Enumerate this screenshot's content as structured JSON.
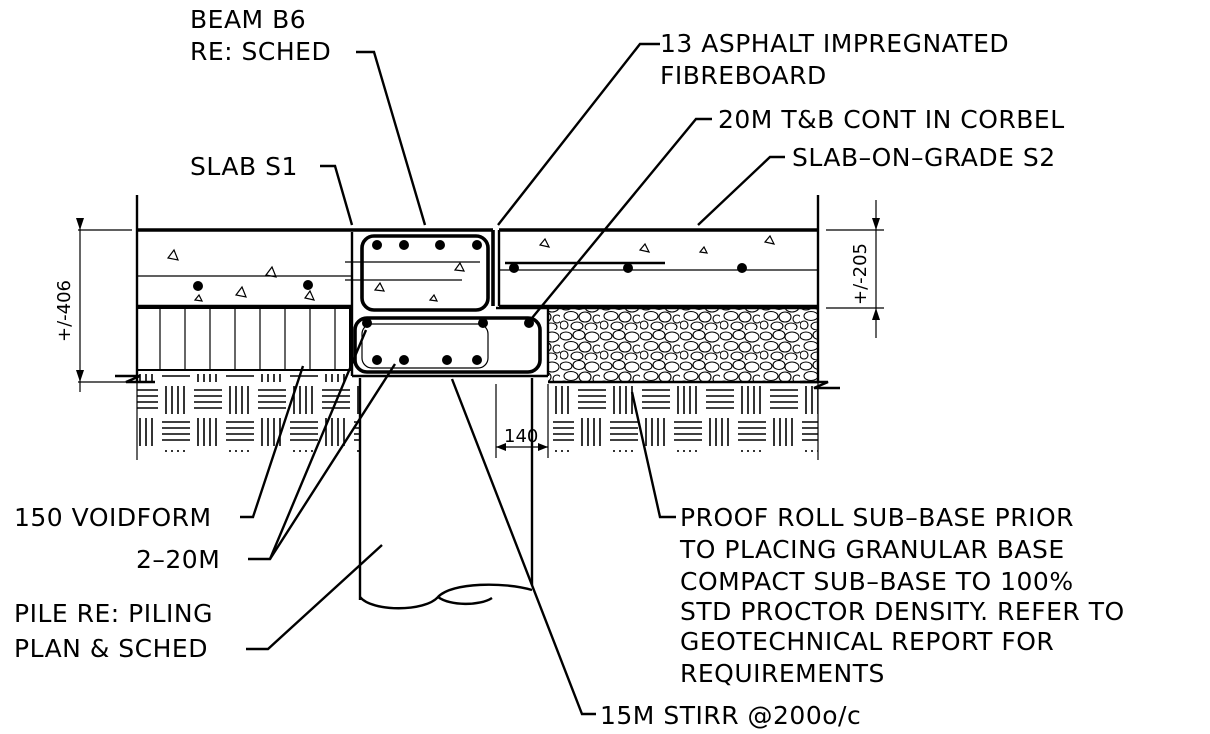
{
  "labels": {
    "beam": [
      "BEAM B6",
      "RE: SCHED"
    ],
    "fibreboard": [
      "13 ASPHALT IMPREGNATED",
      "FIBREBOARD"
    ],
    "corbel": "20M T&B CONT IN CORBEL",
    "slab_s1": "SLAB S1",
    "slab_on_grade": "SLAB–ON–GRADE S2",
    "voidform": "150 VOIDFORM",
    "bars": "2–20M",
    "pile": [
      "PILE RE: PILING",
      "PLAN & SCHED"
    ],
    "proof_roll": [
      "PROOF ROLL SUB–BASE PRIOR",
      "TO PLACING GRANULAR BASE",
      "COMPACT SUB–BASE TO 100%",
      "STD PROCTOR DENSITY. REFER TO",
      "GEOTECHNICAL REPORT FOR",
      "REQUIREMENTS"
    ],
    "stirrups": "15M STIRR @200o/c"
  },
  "dimensions": {
    "slab_depth": "+/-406",
    "sog_depth": "+/-205",
    "corbel_width": "140"
  }
}
